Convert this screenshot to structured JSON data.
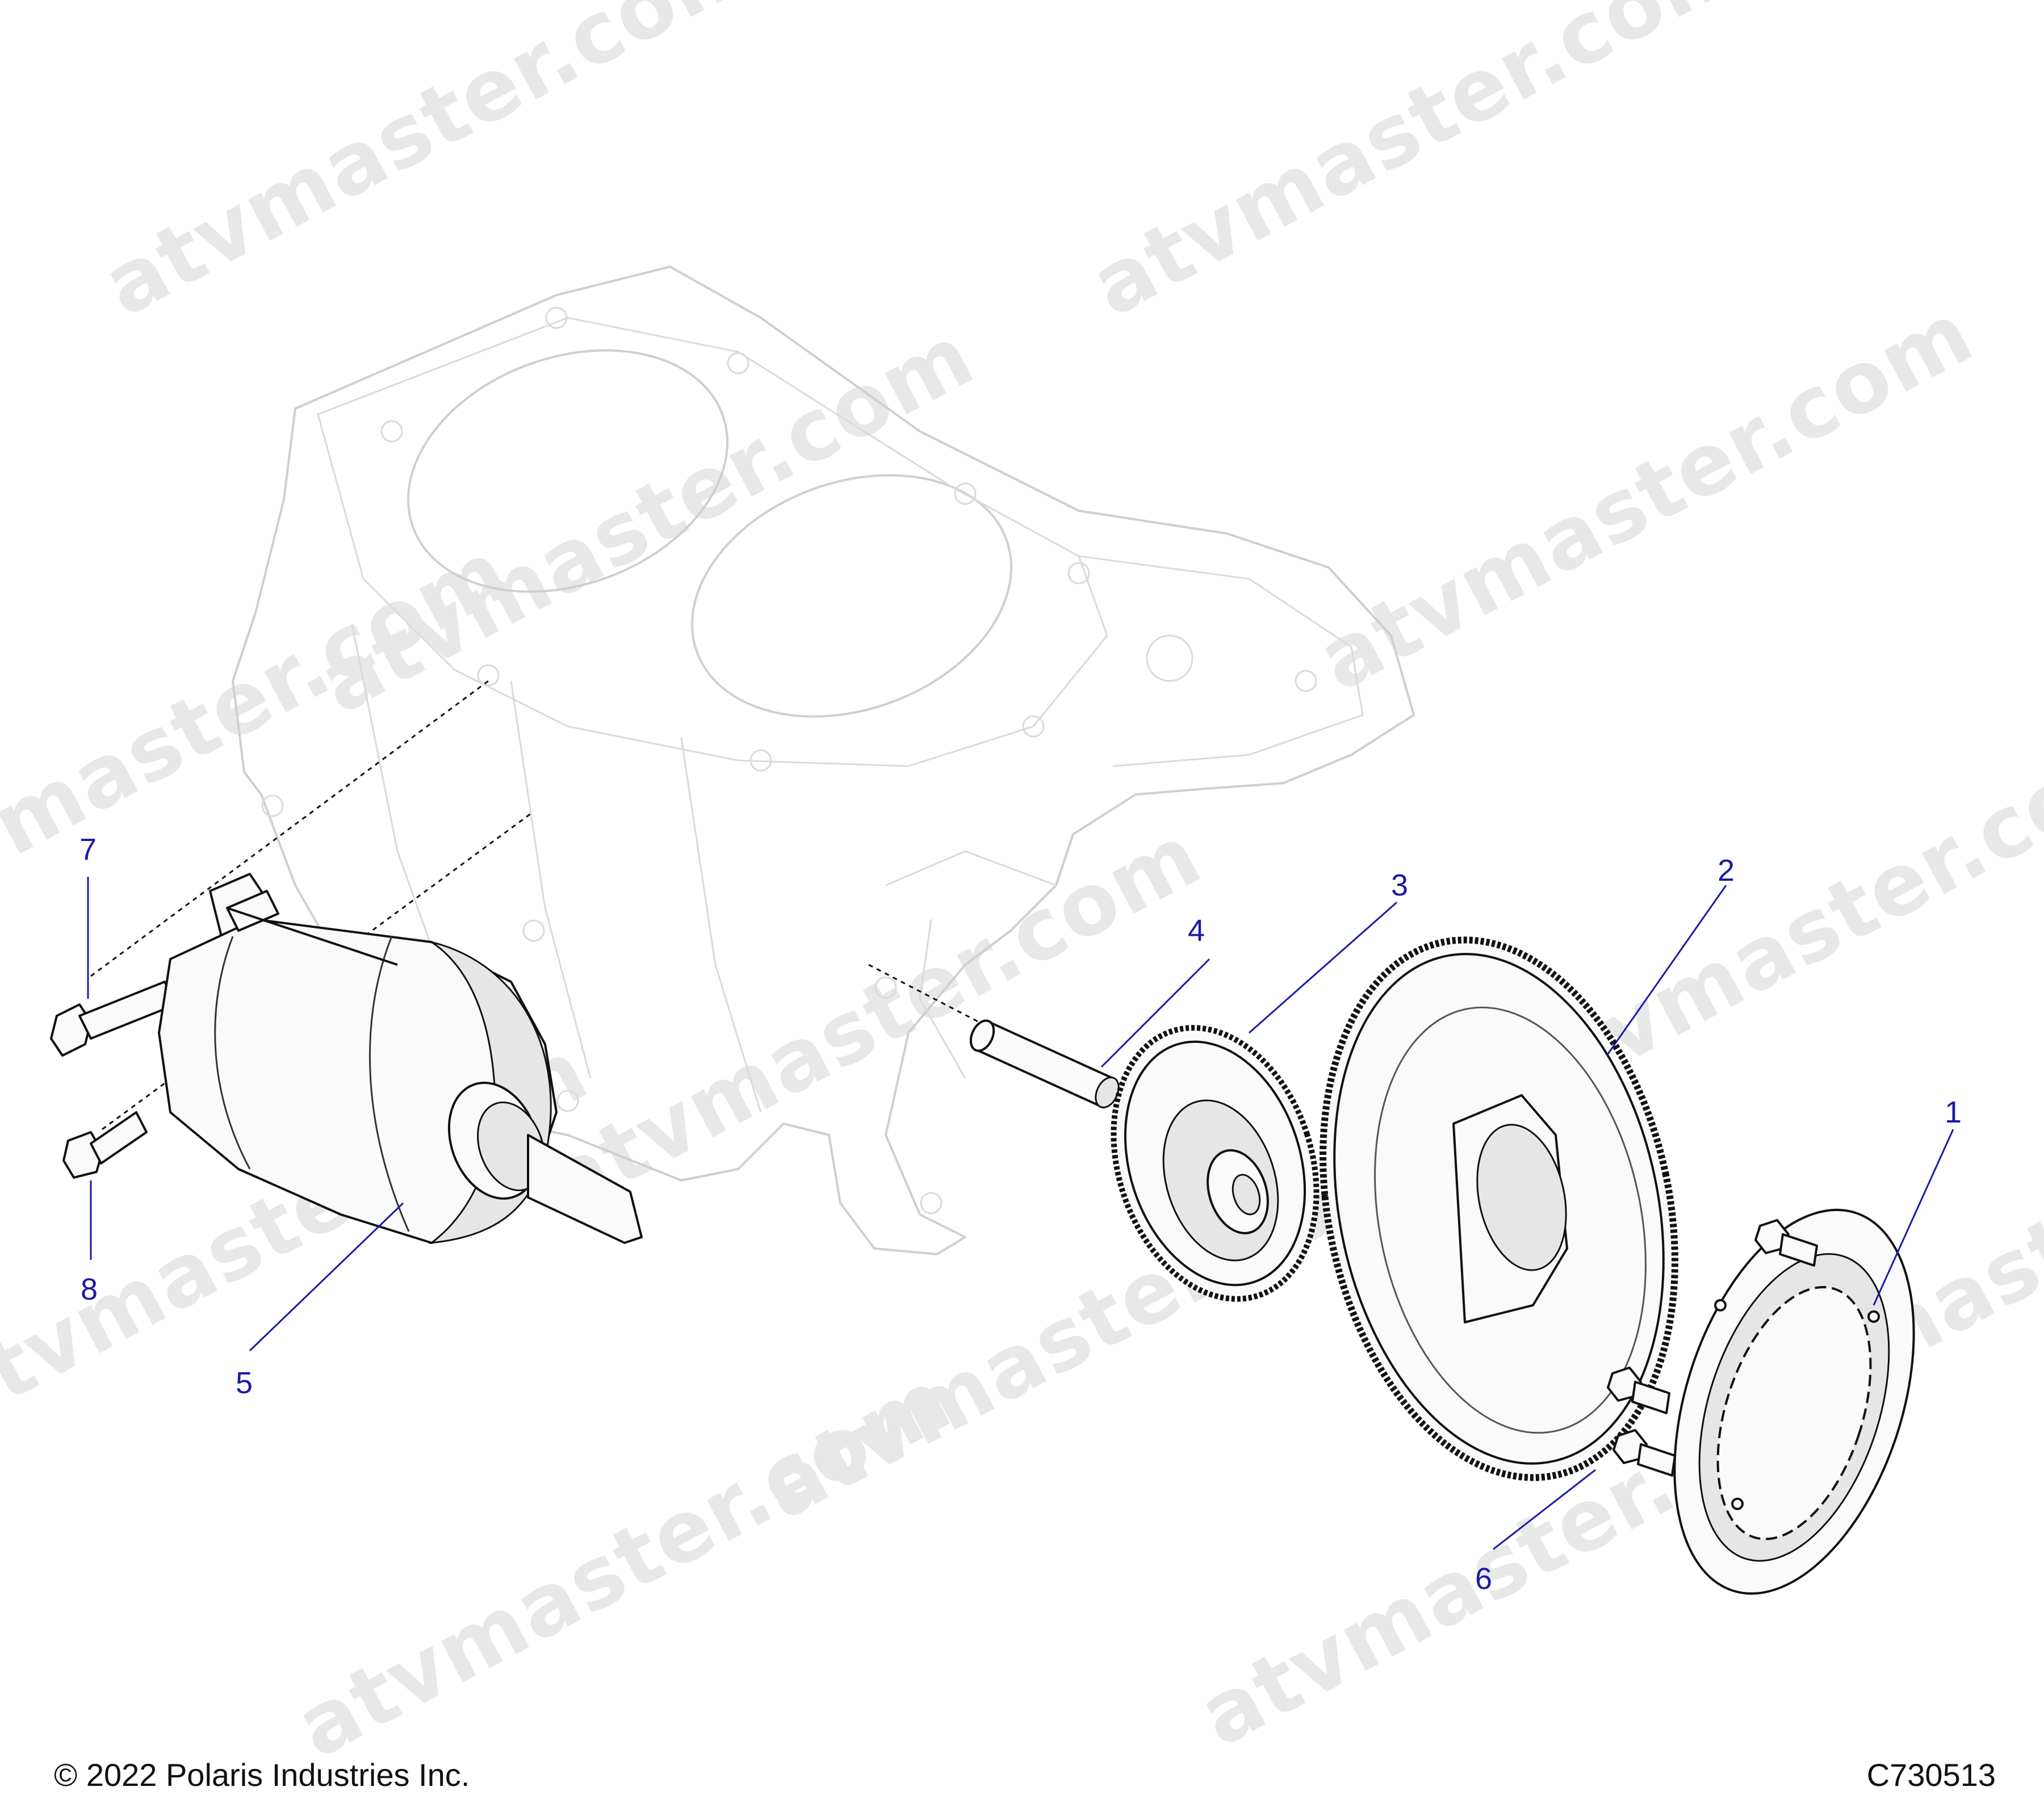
{
  "watermark_text": "atvmaster.com",
  "footer": {
    "copyright": "© 2022 Polaris Industries Inc.",
    "figure_id": "C730513"
  },
  "callouts": [
    "1",
    "2",
    "3",
    "4",
    "5",
    "6",
    "7",
    "8"
  ]
}
